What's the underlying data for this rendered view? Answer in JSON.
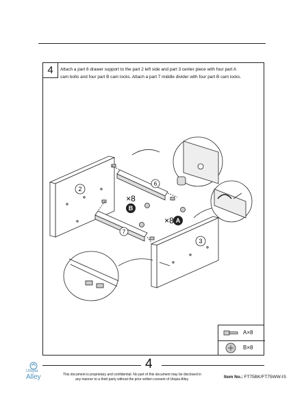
{
  "step": {
    "number": "4",
    "instruction_line1": "Attach a part 6 drawer support to the part 2 left side and part 3 center piece with four part A",
    "instruction_line2": "cam bolts and four part B cam locks. Attach a part 7 middle divider with four part B cam locks."
  },
  "diagram": {
    "part_labels": [
      "2",
      "6",
      "7",
      "3"
    ],
    "hardware_callouts": [
      {
        "quantity": "×8",
        "letter": "B"
      },
      {
        "quantity": "×8",
        "letter": "A"
      }
    ]
  },
  "legend": {
    "items": [
      {
        "label": "A×8",
        "icon": "cam-bolt-icon"
      },
      {
        "label": "B×8",
        "icon": "cam-lock-icon"
      }
    ]
  },
  "footer": {
    "page_number": "4",
    "brand_top": "Utopia",
    "brand_bottom": "Alley",
    "disclaimer_line1": "This document is proprietary and confidential. No part of this document may be disclosed in",
    "disclaimer_line2": "any manner to a third party without the prior written consent of Utopia Alley.",
    "item_label": "Item No.:",
    "item_value": "FT75BK/FT75WW-IS"
  }
}
